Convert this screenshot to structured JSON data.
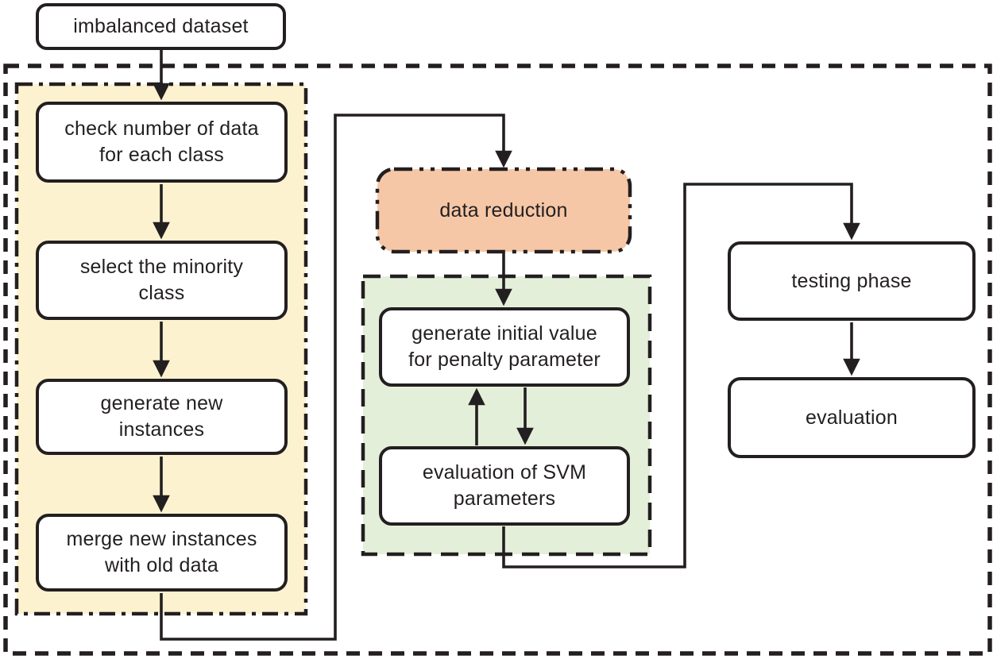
{
  "diagram": {
    "type": "flowchart",
    "nodes": {
      "imbalanced_dataset": "imbalanced dataset",
      "check_number_of_data": "check number of data\nfor each class",
      "select_minority_class": "select the minority\nclass",
      "generate_new_instances": "generate new\ninstances",
      "merge_new_instances": "merge new instances\nwith old data",
      "data_reduction": "data reduction",
      "generate_initial_value": "generate initial value\nfor penalty parameter",
      "evaluation_of_svm": "evaluation of SVM\nparameters",
      "testing_phase": "testing phase",
      "evaluation": "evaluation"
    },
    "colors": {
      "line": "#231f20",
      "node_fill": "#ffffff",
      "oversampling_panel_fill": "#fdf2d0",
      "data_reduction_fill": "#f6c7a6",
      "svm_tuning_panel_fill": "#e4efda"
    },
    "edges": [
      {
        "from": "imbalanced_dataset",
        "to": "check_number_of_data"
      },
      {
        "from": "check_number_of_data",
        "to": "select_minority_class"
      },
      {
        "from": "select_minority_class",
        "to": "generate_new_instances"
      },
      {
        "from": "generate_new_instances",
        "to": "merge_new_instances"
      },
      {
        "from": "merge_new_instances",
        "to": "data_reduction"
      },
      {
        "from": "data_reduction",
        "to": "generate_initial_value"
      },
      {
        "from": "evaluation_of_svm",
        "to": "generate_initial_value"
      },
      {
        "from": "generate_initial_value",
        "to": "evaluation_of_svm"
      },
      {
        "from": "evaluation_of_svm",
        "to": "testing_phase"
      },
      {
        "from": "testing_phase",
        "to": "evaluation"
      }
    ]
  }
}
